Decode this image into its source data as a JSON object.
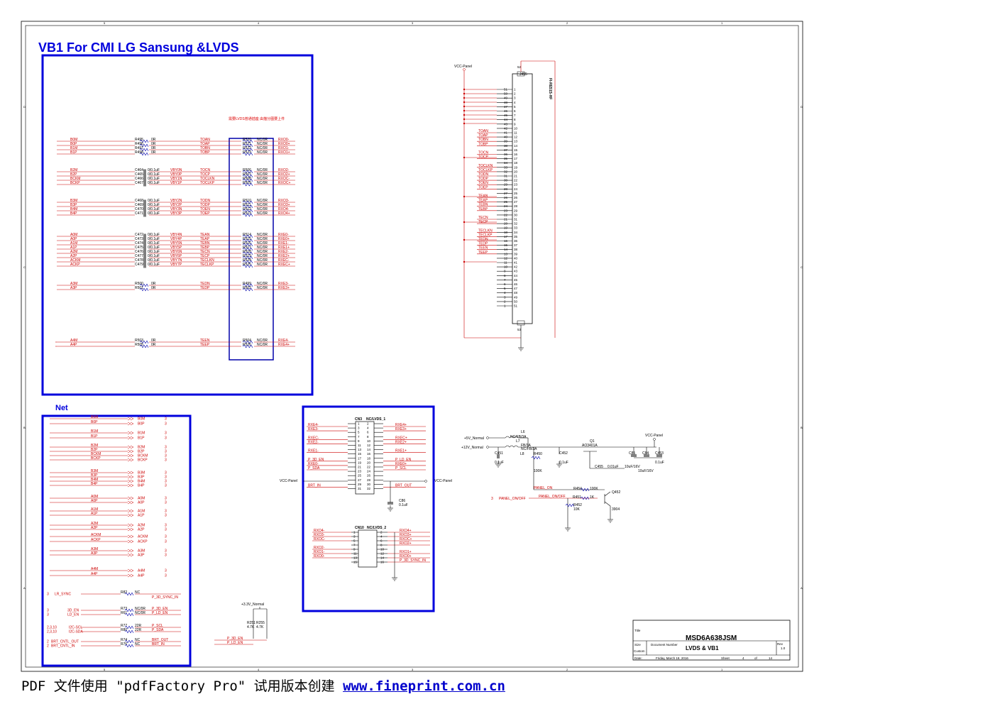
{
  "titles": {
    "vb1": "VB1 For CMI LG Sansung &LVDS",
    "net": "Net",
    "note": "需要LVDS普通插座  由描分图要上件"
  },
  "connector": {
    "ref": "J455",
    "part": "FI-RE51S-HF",
    "supply": "VCC-Panel",
    "top_pin": "52",
    "bottom_pin": "53",
    "pins_left": [
      "51",
      "50",
      "49",
      "48",
      "47",
      "46",
      "45",
      "44",
      "43",
      "42",
      "41",
      "40",
      "39",
      "38",
      "37",
      "36",
      "35",
      "34",
      "33",
      "32",
      "31",
      "30",
      "29",
      "28",
      "27",
      "26",
      "25",
      "24",
      "23",
      "22",
      "21",
      "20",
      "19",
      "18",
      "17",
      "16",
      "15",
      "14",
      "13",
      "12",
      "11",
      "10",
      "9",
      "8",
      "7",
      "6",
      "5",
      "4",
      "3",
      "2",
      "1"
    ],
    "nets": {
      "41": "TOAN",
      "40": "TOAP",
      "39": "TOBN",
      "38": "TOBP",
      "36": "TOCN",
      "35": "TOCP",
      "33": "TOCLKN",
      "32": "TOCLKP",
      "31": "TODN",
      "30": "TODP",
      "29": "TOEN",
      "28": "TOEP",
      "26": "TEAN",
      "25": "TEAP",
      "24": "TEBN",
      "23": "TEBP",
      "21": "TECN",
      "20": "TECP",
      "18": "TECLKN",
      "17": "TECLKP",
      "16": "TEDN",
      "15": "TEDP",
      "14": "TEEN",
      "13": "TEEP"
    }
  },
  "vb1_rows": [
    {
      "left": "B0M",
      "part": "R495",
      "val": "0R",
      "net": "TOAN",
      "r": "R520",
      "rv": "NC/0R",
      "out": "RXO0-"
    },
    {
      "left": "B0P",
      "part": "R496",
      "val": "0R",
      "net": "TOAP",
      "r": "R521",
      "rv": "NC/0R",
      "out": "RXO0+"
    },
    {
      "left": "B1M",
      "part": "R497",
      "val": "0R",
      "net": "TOBN",
      "r": "R522",
      "rv": "NC/0R",
      "out": "RXO1-"
    },
    {
      "left": "B1P",
      "part": "R498",
      "val": "0R",
      "net": "TOBP",
      "r": "R523",
      "rv": "NC/0R",
      "out": "RXO1+"
    },
    {
      "left": "B2M",
      "part": "C464",
      "val": "0/0.1uF",
      "mid": "VBY0N",
      "net": "TOCN",
      "r": "R506",
      "rv": "NC/0R",
      "out": "RXO2-"
    },
    {
      "left": "B2P",
      "part": "C465",
      "val": "0/0.1uF",
      "mid": "VBY0P",
      "net": "TOCP",
      "r": "R507",
      "rv": "NC/0R",
      "out": "RXO2+"
    },
    {
      "left": "BCKM",
      "part": "C466",
      "val": "0/0.1uF",
      "mid": "VBY1N",
      "net": "TOCLKN",
      "r": "R508",
      "rv": "NC/0R",
      "out": "RXOC-"
    },
    {
      "left": "BCKP",
      "part": "C467",
      "val": "0/0.1uF",
      "mid": "VBY1P",
      "net": "TOCLKP",
      "r": "R509",
      "rv": "NC/0R",
      "out": "RXOC+"
    },
    {
      "left": "B3M",
      "part": "C468",
      "val": "0/0.1uF",
      "mid": "VBY2N",
      "net": "TODN",
      "r": "R510",
      "rv": "NC/0R",
      "out": "RXO3-"
    },
    {
      "left": "B3P",
      "part": "C469",
      "val": "0/0.1uF",
      "mid": "VBY2P",
      "net": "TODP",
      "r": "R511",
      "rv": "NC/0R",
      "out": "RXO3+"
    },
    {
      "left": "B4M",
      "part": "C470",
      "val": "0/0.1uF",
      "mid": "VBY3N",
      "net": "TOEN",
      "r": "R512",
      "rv": "NC/0R",
      "out": "RXO4-"
    },
    {
      "left": "B4P",
      "part": "C471",
      "val": "0/0.1uF",
      "mid": "VBY3P",
      "net": "TOEP",
      "r": "R513",
      "rv": "NC/0R",
      "out": "RXO4+"
    },
    {
      "left": "A0M",
      "part": "C472",
      "val": "0/0.1uF",
      "mid": "VBY4N",
      "net": "TEAN",
      "r": "R514",
      "rv": "NC/0R",
      "out": "RXE0-"
    },
    {
      "left": "A0P",
      "part": "C473",
      "val": "0/0.1uF",
      "mid": "VBY4P",
      "net": "TEAP",
      "r": "R515",
      "rv": "NC/0R",
      "out": "RXE0+"
    },
    {
      "left": "A1M",
      "part": "C474",
      "val": "0/0.1uF",
      "mid": "VBY5N",
      "net": "TEBN",
      "r": "R516",
      "rv": "NC/0R",
      "out": "RXE1-"
    },
    {
      "left": "A1P",
      "part": "C475",
      "val": "0/0.1uF",
      "mid": "VBY5P",
      "net": "TEBP",
      "r": "R517",
      "rv": "NC/0R",
      "out": "RXE1+"
    },
    {
      "left": "A2M",
      "part": "C476",
      "val": "0/0.1uF",
      "mid": "VBY6N",
      "net": "TECN",
      "r": "R518",
      "rv": "NC/0R",
      "out": "RXE2-"
    },
    {
      "left": "A2P",
      "part": "C477",
      "val": "0/0.1uF",
      "mid": "VBY6P",
      "net": "TECP",
      "r": "R519",
      "rv": "NC/0R",
      "out": "RXE2+"
    },
    {
      "left": "ACKM",
      "part": "C478",
      "val": "0/0.1uF",
      "mid": "VBY7N",
      "net": "TECLKN",
      "r": "R524",
      "rv": "NC/0R",
      "out": "RXEC-"
    },
    {
      "left": "ACKP",
      "part": "C479",
      "val": "0/0.1uF",
      "mid": "VBY7P",
      "net": "TECLKP",
      "r": "R525",
      "rv": "NC/0R",
      "out": "RXEC+"
    },
    {
      "left": "A3M",
      "part": "R500",
      "val": "0R",
      "net": "TEDN",
      "r": "R499",
      "rv": "NC/0R",
      "out": "RXE3-"
    },
    {
      "left": "A3P",
      "part": "R501",
      "val": "0R",
      "net": "TEDP",
      "r": "R502",
      "rv": "NC/0R",
      "out": "RXE3+"
    },
    {
      "left": "A4M",
      "part": "R503",
      "val": "0R",
      "net": "TEEN",
      "r": "R504",
      "rv": "NC/0R",
      "out": "RXE4-"
    },
    {
      "left": "A4P",
      "part": "R505",
      "val": "0R",
      "net": "TEEP",
      "r": "R526",
      "rv": "NC/0R",
      "out": "RXE4+"
    }
  ],
  "net_rows": [
    {
      "a": "B0M",
      "b": "B0M",
      "n": "3"
    },
    {
      "a": "B0P",
      "b": "B0P",
      "n": "3"
    },
    {
      "a": "B1M",
      "b": "B1M",
      "n": "3"
    },
    {
      "a": "B1P",
      "b": "B1P",
      "n": "3"
    },
    {
      "a": "B2M",
      "b": "B2M",
      "n": "3"
    },
    {
      "a": "B2P",
      "b": "B2P",
      "n": "3"
    },
    {
      "a": "BCKM",
      "b": "BCKM",
      "n": "3"
    },
    {
      "a": "BCKP",
      "b": "BCKP",
      "n": "3"
    },
    {
      "a": "B3M",
      "b": "B3M",
      "n": "3"
    },
    {
      "a": "B3P",
      "b": "B3P",
      "n": "3"
    },
    {
      "a": "B4M",
      "b": "B4M",
      "n": "3"
    },
    {
      "a": "B4P",
      "b": "B4P",
      "n": "3"
    },
    {
      "a": "A0M",
      "b": "A0M",
      "n": "3"
    },
    {
      "a": "A0P",
      "b": "A0P",
      "n": "3"
    },
    {
      "a": "A1M",
      "b": "A1M",
      "n": "3"
    },
    {
      "a": "A1P",
      "b": "A1P",
      "n": "3"
    },
    {
      "a": "A2M",
      "b": "A2M",
      "n": "3"
    },
    {
      "a": "A2P",
      "b": "A2P",
      "n": "3"
    },
    {
      "a": "ACKM",
      "b": "ACKM",
      "n": "3"
    },
    {
      "a": "ACKP",
      "b": "ACKP",
      "n": "3"
    },
    {
      "a": "A3M",
      "b": "A3M",
      "n": "3"
    },
    {
      "a": "A3P",
      "b": "A3P",
      "n": "3"
    },
    {
      "a": "A4M",
      "b": "A4M",
      "n": "3"
    },
    {
      "a": "A4P",
      "b": "A4P",
      "n": "3"
    }
  ],
  "net_ctrl": [
    {
      "pg": "3",
      "sig": "LR_SYNC",
      "part": "R82",
      "val": "NC",
      "out": "P_3D_SYNC_IN"
    },
    {
      "pg": "3",
      "sig": "3D_EN",
      "part": "R73",
      "val": "NC/0R",
      "out": "P_3D_EN"
    },
    {
      "pg": "3",
      "sig": "LD_EN",
      "part": "R61",
      "val": "NC/0R",
      "out": "P_LD_EN"
    },
    {
      "pg": "2,3,10",
      "sig": "I2C-SCL",
      "part": "R77",
      "val": "22R",
      "out": "P_SCL"
    },
    {
      "pg": "2,3,10",
      "sig": "I2C-SDA",
      "part": "R80",
      "val": "22R",
      "out": "P_SDA"
    },
    {
      "pg": "2",
      "sig": "BRT_CNTL_OUT",
      "part": "R74",
      "val": "NC",
      "out": "BRT_OUT"
    },
    {
      "pg": "2",
      "sig": "BRT_CNTL_IN",
      "part": "R76",
      "val": "NC",
      "out": "BRT_IN"
    }
  ],
  "cn3": {
    "ref": "CN3",
    "name": "NC/LVDS_1",
    "left": [
      "RXE4-",
      "RXE3-",
      "",
      "RXEC-",
      "RXE2-",
      "",
      "RXE1-",
      "",
      "P_3D_EN",
      "RXE0-",
      "P_SDA",
      "",
      "",
      "",
      "BRT_IN"
    ],
    "right": [
      "RXE4+",
      "RXE3+",
      "",
      "RXEC+",
      "RXE2+",
      "",
      "RXE1+",
      "",
      "P_LD_EN",
      "RXE0+",
      "P_SCL",
      "",
      "",
      "",
      "BRT_OUT"
    ],
    "vcc": "VCC-Panel",
    "cap": "C86",
    "cap_val": "0.1uF"
  },
  "cn10": {
    "ref": "CN10",
    "name": "NC/LVDS_2",
    "left": [
      "RXO4-",
      "RXO3-",
      "RXOC-",
      "",
      "RXO2-",
      "RXO1-",
      "RXO0-"
    ],
    "right": [
      "RXO4+",
      "RXO3+",
      "RXOC+",
      "RXO2+",
      "",
      "RXO1+",
      "RXO0+",
      "P_3D_SYNC_IN"
    ]
  },
  "power": {
    "in5": "+5V_Normal",
    "in12": "+12V_Normal",
    "l6": "L6",
    "l6v": "NC/FB/3A",
    "l7": "L7",
    "l7v": "FB/3A",
    "l8": "L8",
    "l8v": "NC/FB/3A",
    "c451": "C451",
    "c451v": "0.1uF",
    "r450": "R450",
    "r450v": "100K",
    "c452": "C452",
    "c452v": "0.1uF",
    "q1": "Q1",
    "q1v": "AO3401A",
    "c455": "C455",
    "c455v": "0.01uF",
    "c85": "C85",
    "c84": "C84",
    "c453": "C453",
    "c85v": "10uF/16V",
    "c84v": "10uF/16V",
    "c453v": "0.1uF",
    "vcc": "VCC-Panel",
    "panel_on": "PANEL_ON",
    "pg": "3",
    "panel_onoff": "PANEL_ON/OFF",
    "panel_onoff2": "PANEL_ON/OFF",
    "r454": "R454",
    "r454v": "100K",
    "r451": "R451",
    "r451v": "1K",
    "r452": "R452",
    "r452v": "10K",
    "q452": "Q452",
    "q452v": "3904"
  },
  "pullup": {
    "rail": "+3.3V_Normal",
    "r1": "R251",
    "r2": "R255",
    "v1": "4.7K",
    "v2": "4.7K",
    "s1": "P_3D_EN",
    "s2": "P_LD_EN"
  },
  "title_block": {
    "title_label": "Title",
    "title": "MSD6A638JSM",
    "size_label": "Size",
    "size": "Custom",
    "doc_label": "Document Number",
    "doc": "LVDS & VB1",
    "rev_label": "Rev",
    "rev": "1.0",
    "date_label": "Date:",
    "date": "Friday, March 18, 2016",
    "sheet_label": "Sheet",
    "sheet": "4",
    "of_label": "of",
    "of": "14"
  },
  "border": {
    "top": [
      "5",
      "4",
      "3",
      "2",
      "1"
    ],
    "side": [
      "D",
      "C",
      "B",
      "A"
    ]
  },
  "footer": {
    "text": "PDF 文件使用 \"pdfFactory Pro\" 试用版本创建 ",
    "link": "www.fineprint.com.cn"
  }
}
